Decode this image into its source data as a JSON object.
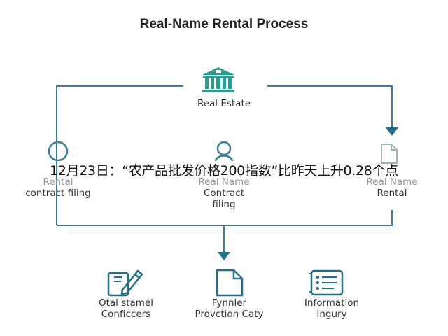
{
  "title": "Real-Name Rental Process",
  "top_node": {
    "label": "Real Estate",
    "icon": "building-icon"
  },
  "middle_nodes": [
    {
      "line1": "Rental",
      "line2": "contract filing",
      "line3": "",
      "icon": "person-icon"
    },
    {
      "line1": "Real Name",
      "line2": "Contract",
      "line3": "filing",
      "icon": "person-icon"
    },
    {
      "line1": "Real Name",
      "line2": "Rental",
      "line3": "",
      "icon": "document-icon"
    }
  ],
  "bottom_nodes": [
    {
      "line1": "Otal stamel",
      "line2": "Conficcers",
      "icon": "edit-document-icon"
    },
    {
      "line1": "Fynnler",
      "line2": "Provction Caty",
      "icon": "document-icon"
    },
    {
      "line1": "Information",
      "line2": "Ingury",
      "icon": "list-document-icon"
    }
  ],
  "overlay_text": "12月23日：“农产品批发价格200指数”比昨天上升0.28个点",
  "colors": {
    "accent": "#1f6f86",
    "line": "#3b7f97",
    "building": "#2a9d8f"
  }
}
